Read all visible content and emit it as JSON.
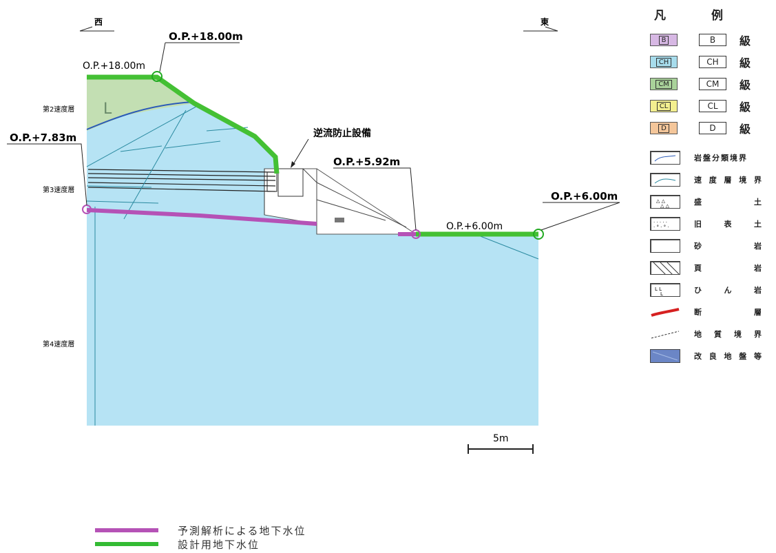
{
  "directions": {
    "west": "西",
    "east": "東"
  },
  "layer_labels": {
    "layer2": "第2速度層",
    "layer3": "第3速度層",
    "layer4": "第4速度層"
  },
  "callouts": {
    "op_1800_bold": "O.P.+18.00m",
    "op_1800": "O.P.+18.00m",
    "op_783": "O.P.+7.83m",
    "op_592": "O.P.+5.92m",
    "op_600_bold": "O.P.+6.00m",
    "op_600": "O.P.+6.00m",
    "backflow": "逆流防止設備"
  },
  "scale_bar": {
    "label": "5m"
  },
  "legend": {
    "title_left": "凡",
    "title_right": "例",
    "grades": [
      {
        "swatch": "B",
        "box": "B",
        "kyu": "級",
        "color": "#d7b8e4"
      },
      {
        "swatch": "CH",
        "box": "CH",
        "kyu": "級",
        "color": "#a7dcec"
      },
      {
        "swatch": "CM",
        "box": "CM",
        "kyu": "級",
        "color": "#a9d29a"
      },
      {
        "swatch": "CL",
        "box": "CL",
        "kyu": "級",
        "color": "#f3ef8f"
      },
      {
        "swatch": "D",
        "box": "D",
        "kyu": "級",
        "color": "#f4c69a"
      }
    ],
    "symbols": [
      {
        "icon": "rock-class-boundary-icon",
        "label": "岩盤分類境界"
      },
      {
        "icon": "velocity-layer-boundary-icon",
        "label": "速度層境界"
      },
      {
        "icon": "embankment-icon",
        "label": "盛土"
      },
      {
        "icon": "old-surface-soil-icon",
        "label": "旧表土"
      },
      {
        "icon": "sandstone-icon",
        "label": "砂岩"
      },
      {
        "icon": "shale-icon",
        "label": "頁岩"
      },
      {
        "icon": "porphyrite-icon",
        "label": "ひん岩"
      },
      {
        "icon": "fault-icon",
        "label": "断層"
      },
      {
        "icon": "geologic-boundary-icon",
        "label": "地質境界"
      },
      {
        "icon": "improved-ground-icon",
        "label": "改良地盤等"
      }
    ]
  },
  "bottom_legend": {
    "predicted": {
      "label": "予測解析による地下水位",
      "color": "#b552b6"
    },
    "design": {
      "label": "設計用地下水位",
      "color": "#33bb33"
    }
  },
  "colors": {
    "ch_fill": "#b6e3f4",
    "cm_fill": "#c3dfb3",
    "green_line": "#44c034",
    "purple_line": "#b552b6",
    "blue_line": "#2a5ab8",
    "teal_line": "#2a8aa0"
  }
}
